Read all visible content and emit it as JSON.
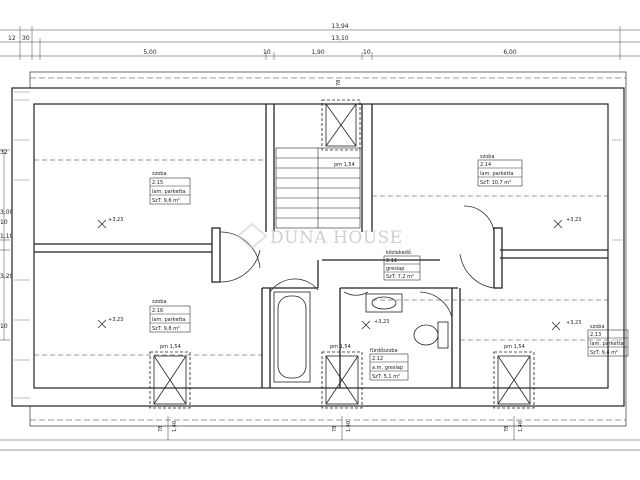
{
  "watermark": {
    "text": "DUNA HOUSE"
  },
  "dimensions": {
    "total": "13,94",
    "inner": "13,10",
    "left_a": "12",
    "left_b": "30",
    "seg1": "5,00",
    "seg2": "10",
    "seg3": "1,90",
    "seg4": "10",
    "seg5": "6,00",
    "left_side": [
      "32",
      "3,00",
      "10",
      "1,10",
      "3,20",
      "10"
    ],
    "top_center": "78",
    "bottom": [
      "78",
      "1,40",
      "78",
      "1,40",
      "78",
      "1,40"
    ]
  },
  "rooms": [
    {
      "name": "szoba",
      "id": "2.15",
      "floor": "lam. parketta",
      "area": "SzT: 9,6 m²",
      "level": "+3,23"
    },
    {
      "name": "szoba",
      "id": "2.16",
      "floor": "lam. parketta",
      "area": "SzT: 9,8 m²",
      "level": "+3,23"
    },
    {
      "name": "szoba",
      "id": "2.14",
      "floor": "lam. parketta",
      "area": "SzT: 10,7 m²",
      "level": "+3,23"
    },
    {
      "name": "közlekedő",
      "id": "2.11",
      "floor": "greslap",
      "area": "SzT: 7,2 m²",
      "level": "+3,23"
    },
    {
      "name": "fürdőszoba",
      "id": "2.12",
      "floor": "a.m. greslap",
      "area": "SzT: 5,1 m²",
      "level": ""
    },
    {
      "name": "szoba",
      "id": "2.13",
      "floor": "lam. parketta",
      "area": "SzT: 9,4 m²",
      "level": "+3,23"
    }
  ],
  "windows": [
    {
      "label": "pm 1,54"
    },
    {
      "label": "pm 1,54"
    },
    {
      "label": "pm 1,54"
    },
    {
      "label": "pm 1,54"
    }
  ]
}
